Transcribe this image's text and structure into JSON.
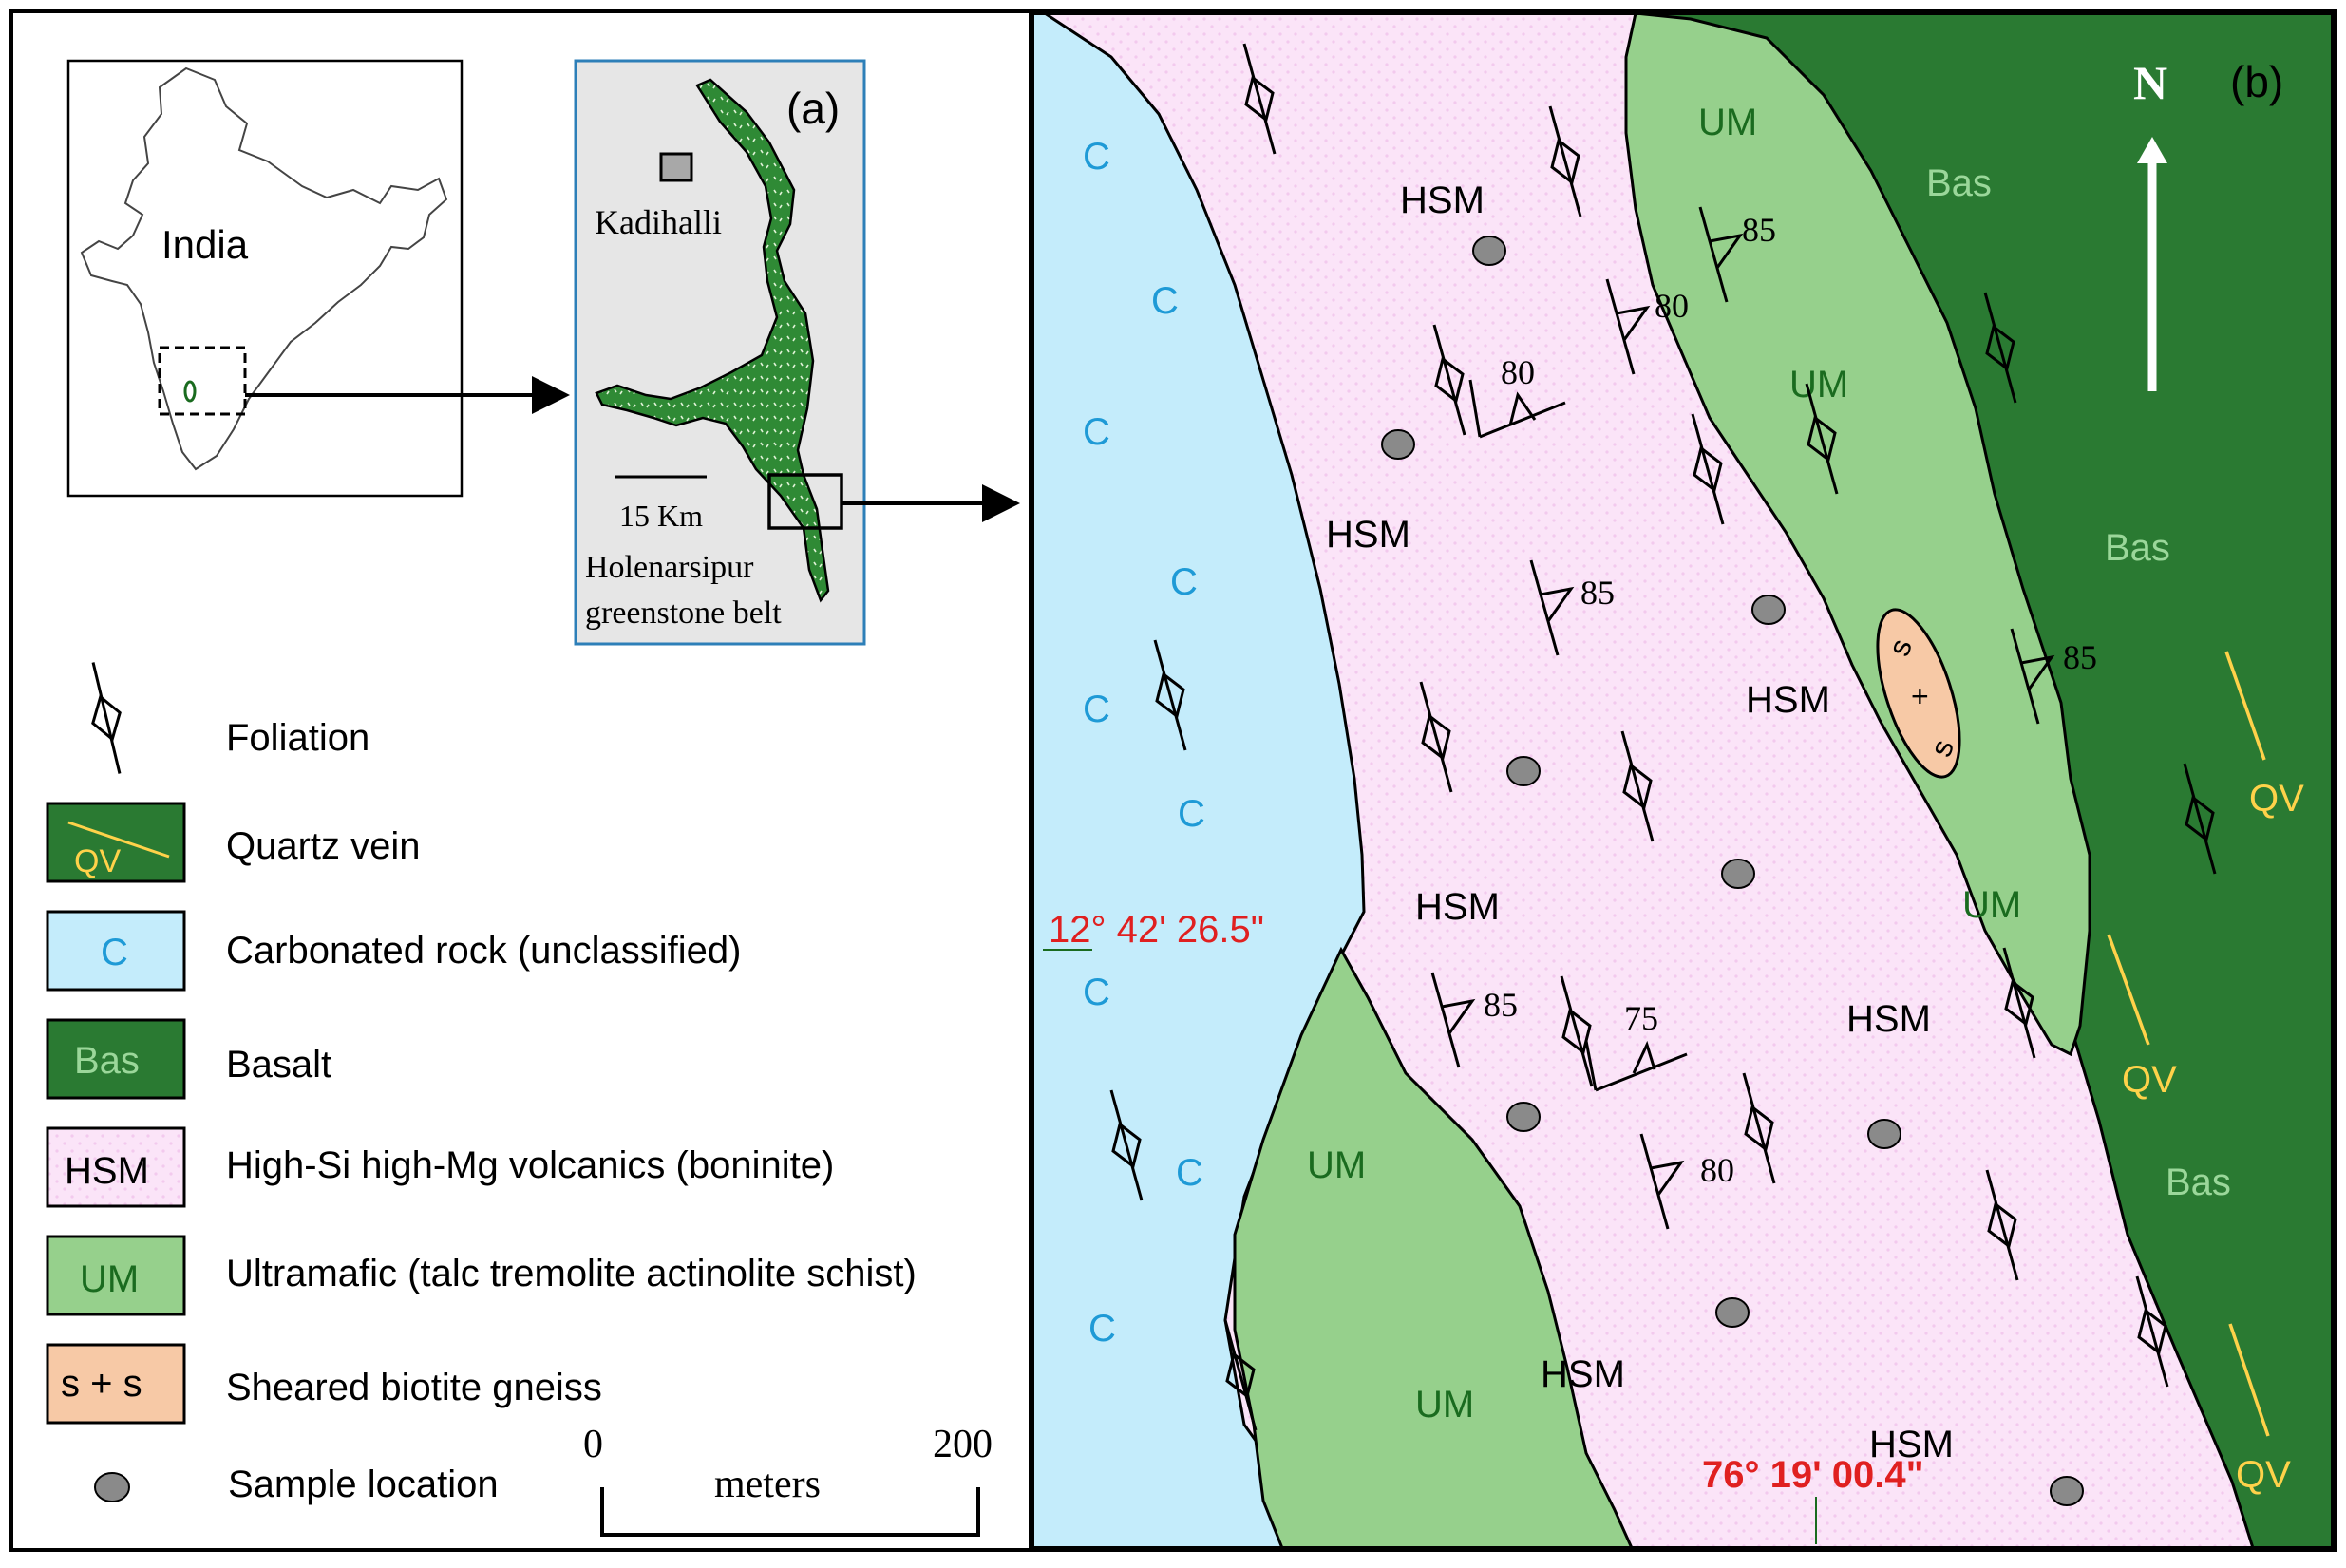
{
  "inset_map": {
    "country_label": "India"
  },
  "panel_a": {
    "label": "(a)",
    "town_label": "Kadihalli",
    "scale_label": "15 Km",
    "belt_name_line1": "Holenarsipur",
    "belt_name_line2": "greenstone belt"
  },
  "panel_b": {
    "label": "(b)",
    "north_label": "N",
    "latitude_label": "12° 42' 26.5\"",
    "longitude_label": "76° 19' 00.4\"",
    "unit_labels": {
      "C": "C",
      "HSM": "HSM",
      "UM": "UM",
      "Bas": "Bas",
      "QV": "QV",
      "SS_s1": "s",
      "SS_plus": "+",
      "SS_s2": "s"
    },
    "dip_values": [
      "85",
      "80",
      "80",
      "85",
      "85",
      "85",
      "75",
      "80"
    ]
  },
  "legend": {
    "items": [
      {
        "swatch": "",
        "label": "Foliation"
      },
      {
        "swatch": "QV",
        "label": "Quartz vein"
      },
      {
        "swatch": "C",
        "label": "Carbonated rock (unclassified)"
      },
      {
        "swatch": "Bas",
        "label": "Basalt"
      },
      {
        "swatch": "HSM",
        "label": "High-Si high-Mg volcanics (boninite)"
      },
      {
        "swatch": "UM",
        "label": "Ultramafic (talc tremolite actinolite schist)"
      },
      {
        "swatch": "s + s",
        "label": "Sheared biotite gneiss"
      },
      {
        "swatch": "",
        "label": "Sample location"
      }
    ]
  },
  "scale_bar": {
    "start": "0",
    "end": "200",
    "unit": "meters"
  },
  "colors": {
    "carbonated": "#c4ecfb",
    "hsm": "#fbe4f8",
    "basalt": "#2a7a32",
    "ultramafic": "#96d08c",
    "sheared": "#f7c9a6",
    "sample": "#8a8a8a",
    "quartz_vein": "#ffd24a",
    "coordinate_red": "#e02020",
    "unit_text_blue": "#1e9ad6",
    "grey_panel": "#e6e6e6",
    "greenstone": "#2f8a35"
  }
}
